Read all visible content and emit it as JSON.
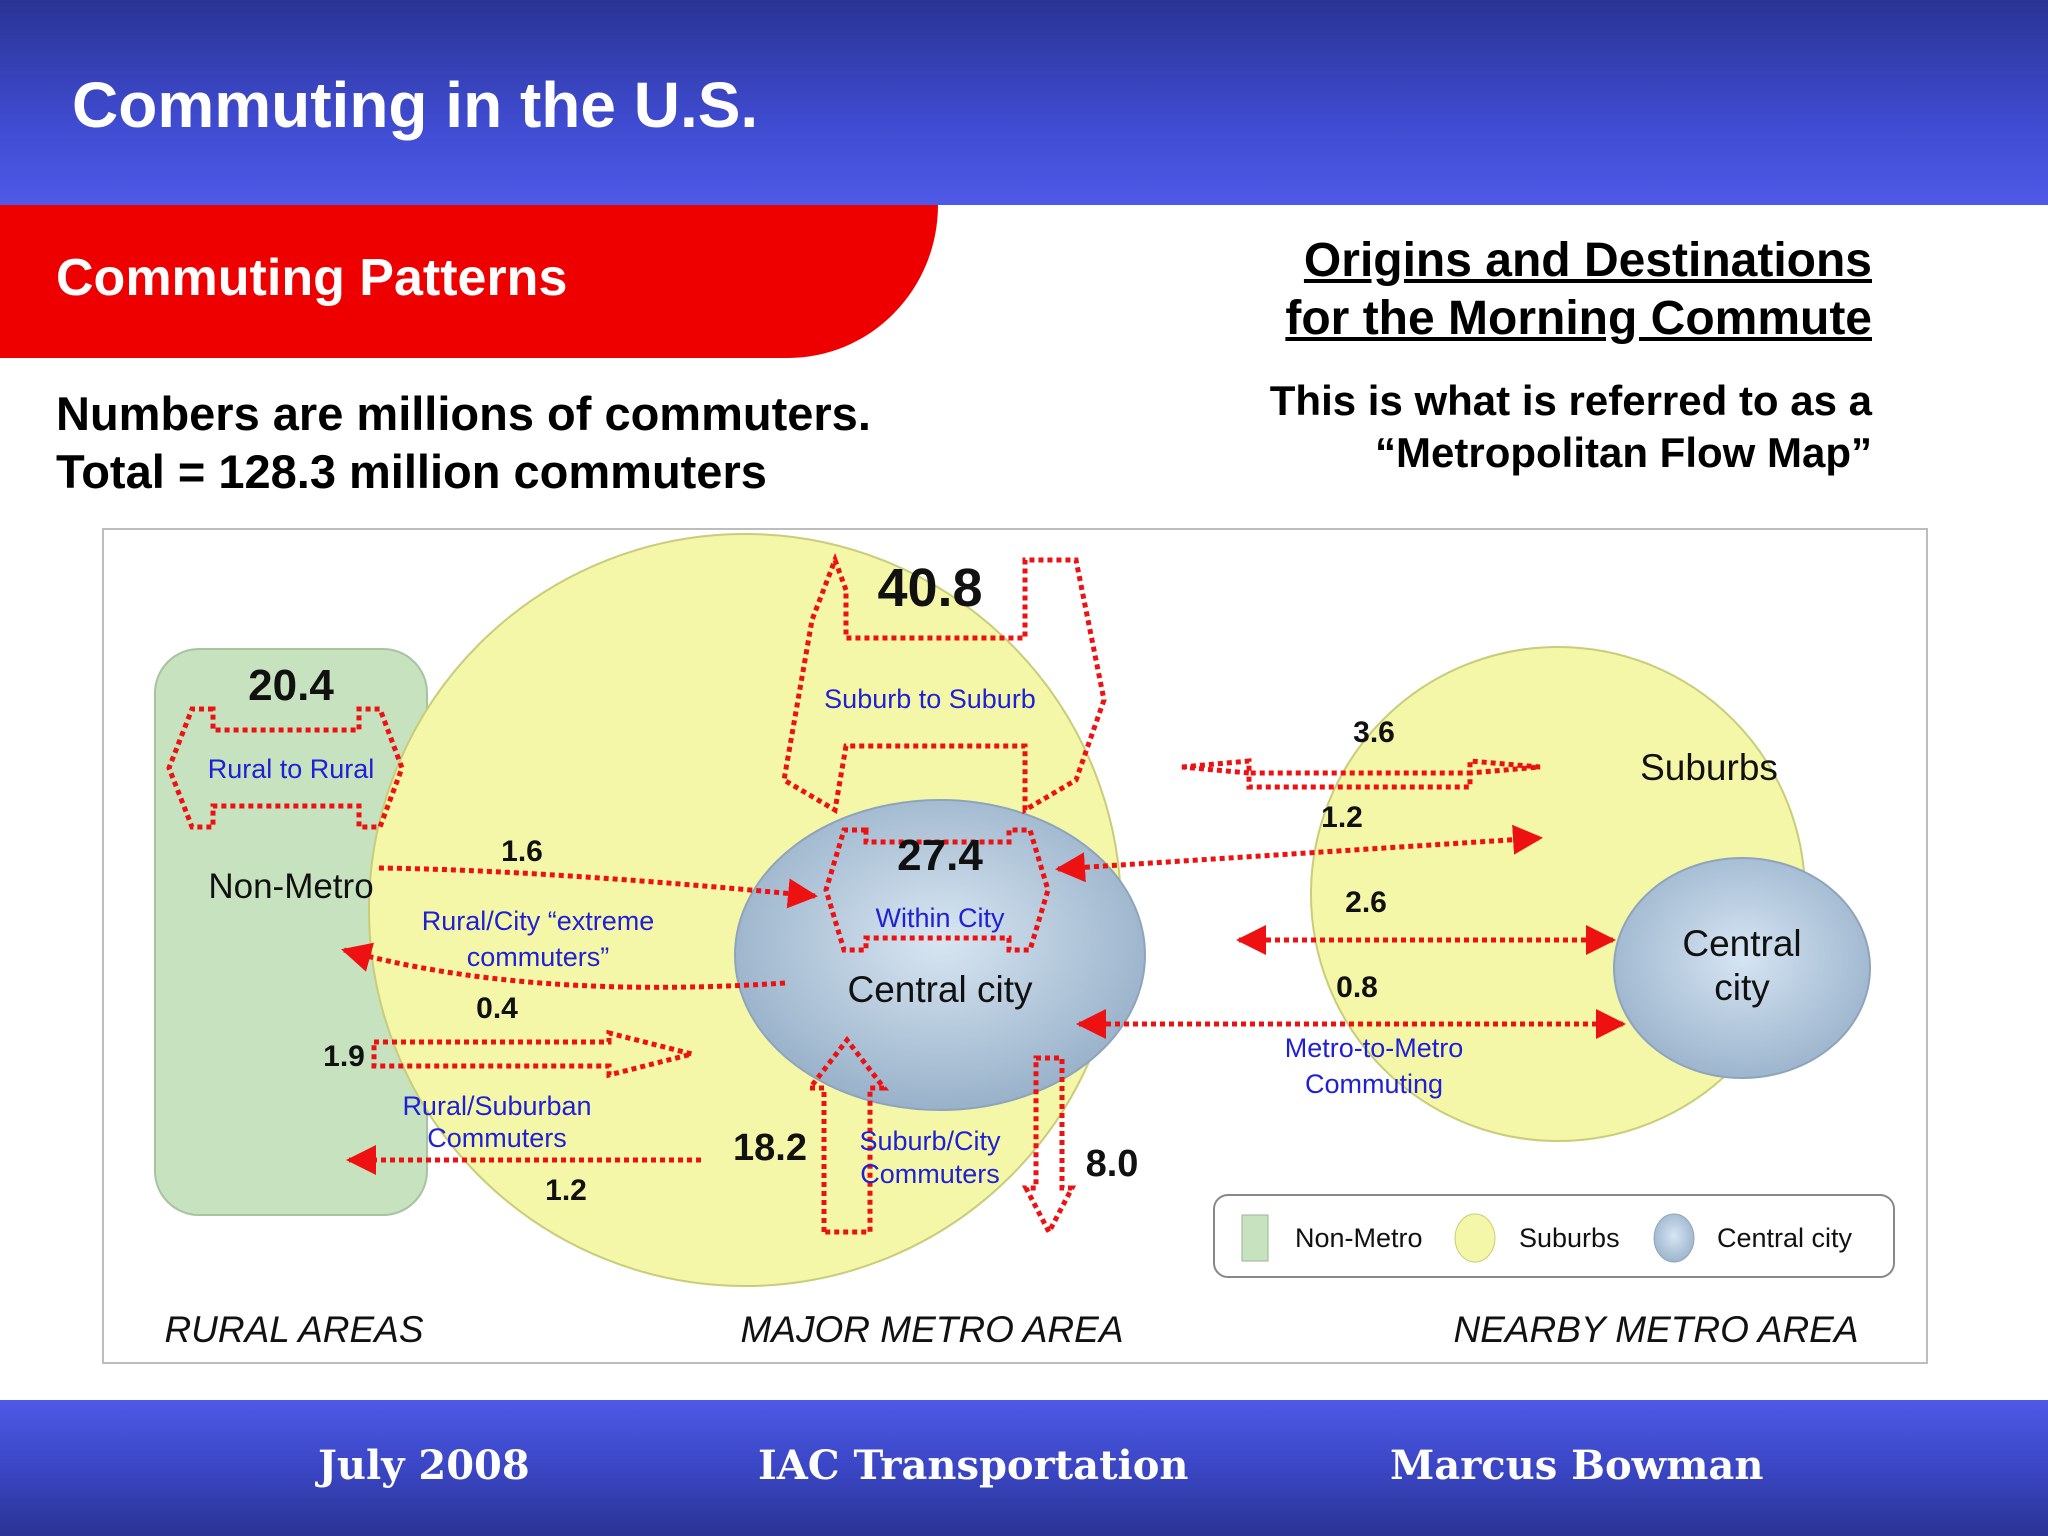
{
  "header": {
    "title": "Commuting in the U.S."
  },
  "section": {
    "title": "Commuting Patterns"
  },
  "notes": {
    "line1": "Numbers are millions of commuters.",
    "line2": "Total = 128.3 million commuters"
  },
  "right_heading": {
    "line1": "Origins and Destinations",
    "line2": "for the Morning Commute"
  },
  "right_note": {
    "line1": "This is what is referred to as a",
    "line2": "“Metropolitan Flow Map”"
  },
  "diagram": {
    "areas": {
      "rural": "RURAL AREAS",
      "major": "MAJOR METRO AREA",
      "nearby": "NEARBY METRO AREA"
    },
    "regions": {
      "non_metro": "Non-Metro",
      "central_city": "Central city",
      "suburbs": "Suburbs",
      "nearby_central_1": "Central",
      "nearby_central_2": "city"
    },
    "values": {
      "rural_to_rural": "20.4",
      "suburb_to_suburb": "40.8",
      "within_city": "27.4",
      "rural_to_city": "1.6",
      "city_to_rural": "0.4",
      "rural_to_suburb": "1.9",
      "suburb_to_rural": "1.2",
      "suburb_to_city": "18.2",
      "city_to_suburb": "8.0",
      "metro_suburb_to_suburb": "3.6",
      "metro_city_to_suburb": "1.2",
      "metro_city_to_city": "2.6",
      "metro_suburb_to_city": "0.8"
    },
    "labels": {
      "rural_to_rural": "Rural to Rural",
      "suburb_to_suburb": "Suburb to Suburb",
      "within_city": "Within City",
      "extreme_1": "Rural/City “extreme",
      "extreme_2": "commuters”",
      "rural_suburban_1": "Rural/Suburban",
      "rural_suburban_2": "Commuters",
      "suburb_city_1": "Suburb/City",
      "suburb_city_2": "Commuters",
      "metro_1": "Metro-to-Metro",
      "metro_2": "Commuting"
    },
    "legend": {
      "non_metro": "Non-Metro",
      "suburbs": "Suburbs",
      "central_city": "Central city"
    },
    "colors": {
      "non_metro": "#c6e2bf",
      "suburbs": "#f4f7a8",
      "central_city": "#b4cbe2",
      "arrow": "#ee1111",
      "label": "#1f1fd6"
    }
  },
  "footer": {
    "date": "July 2008",
    "org": "IAC Transportation",
    "author": "Marcus Bowman"
  }
}
